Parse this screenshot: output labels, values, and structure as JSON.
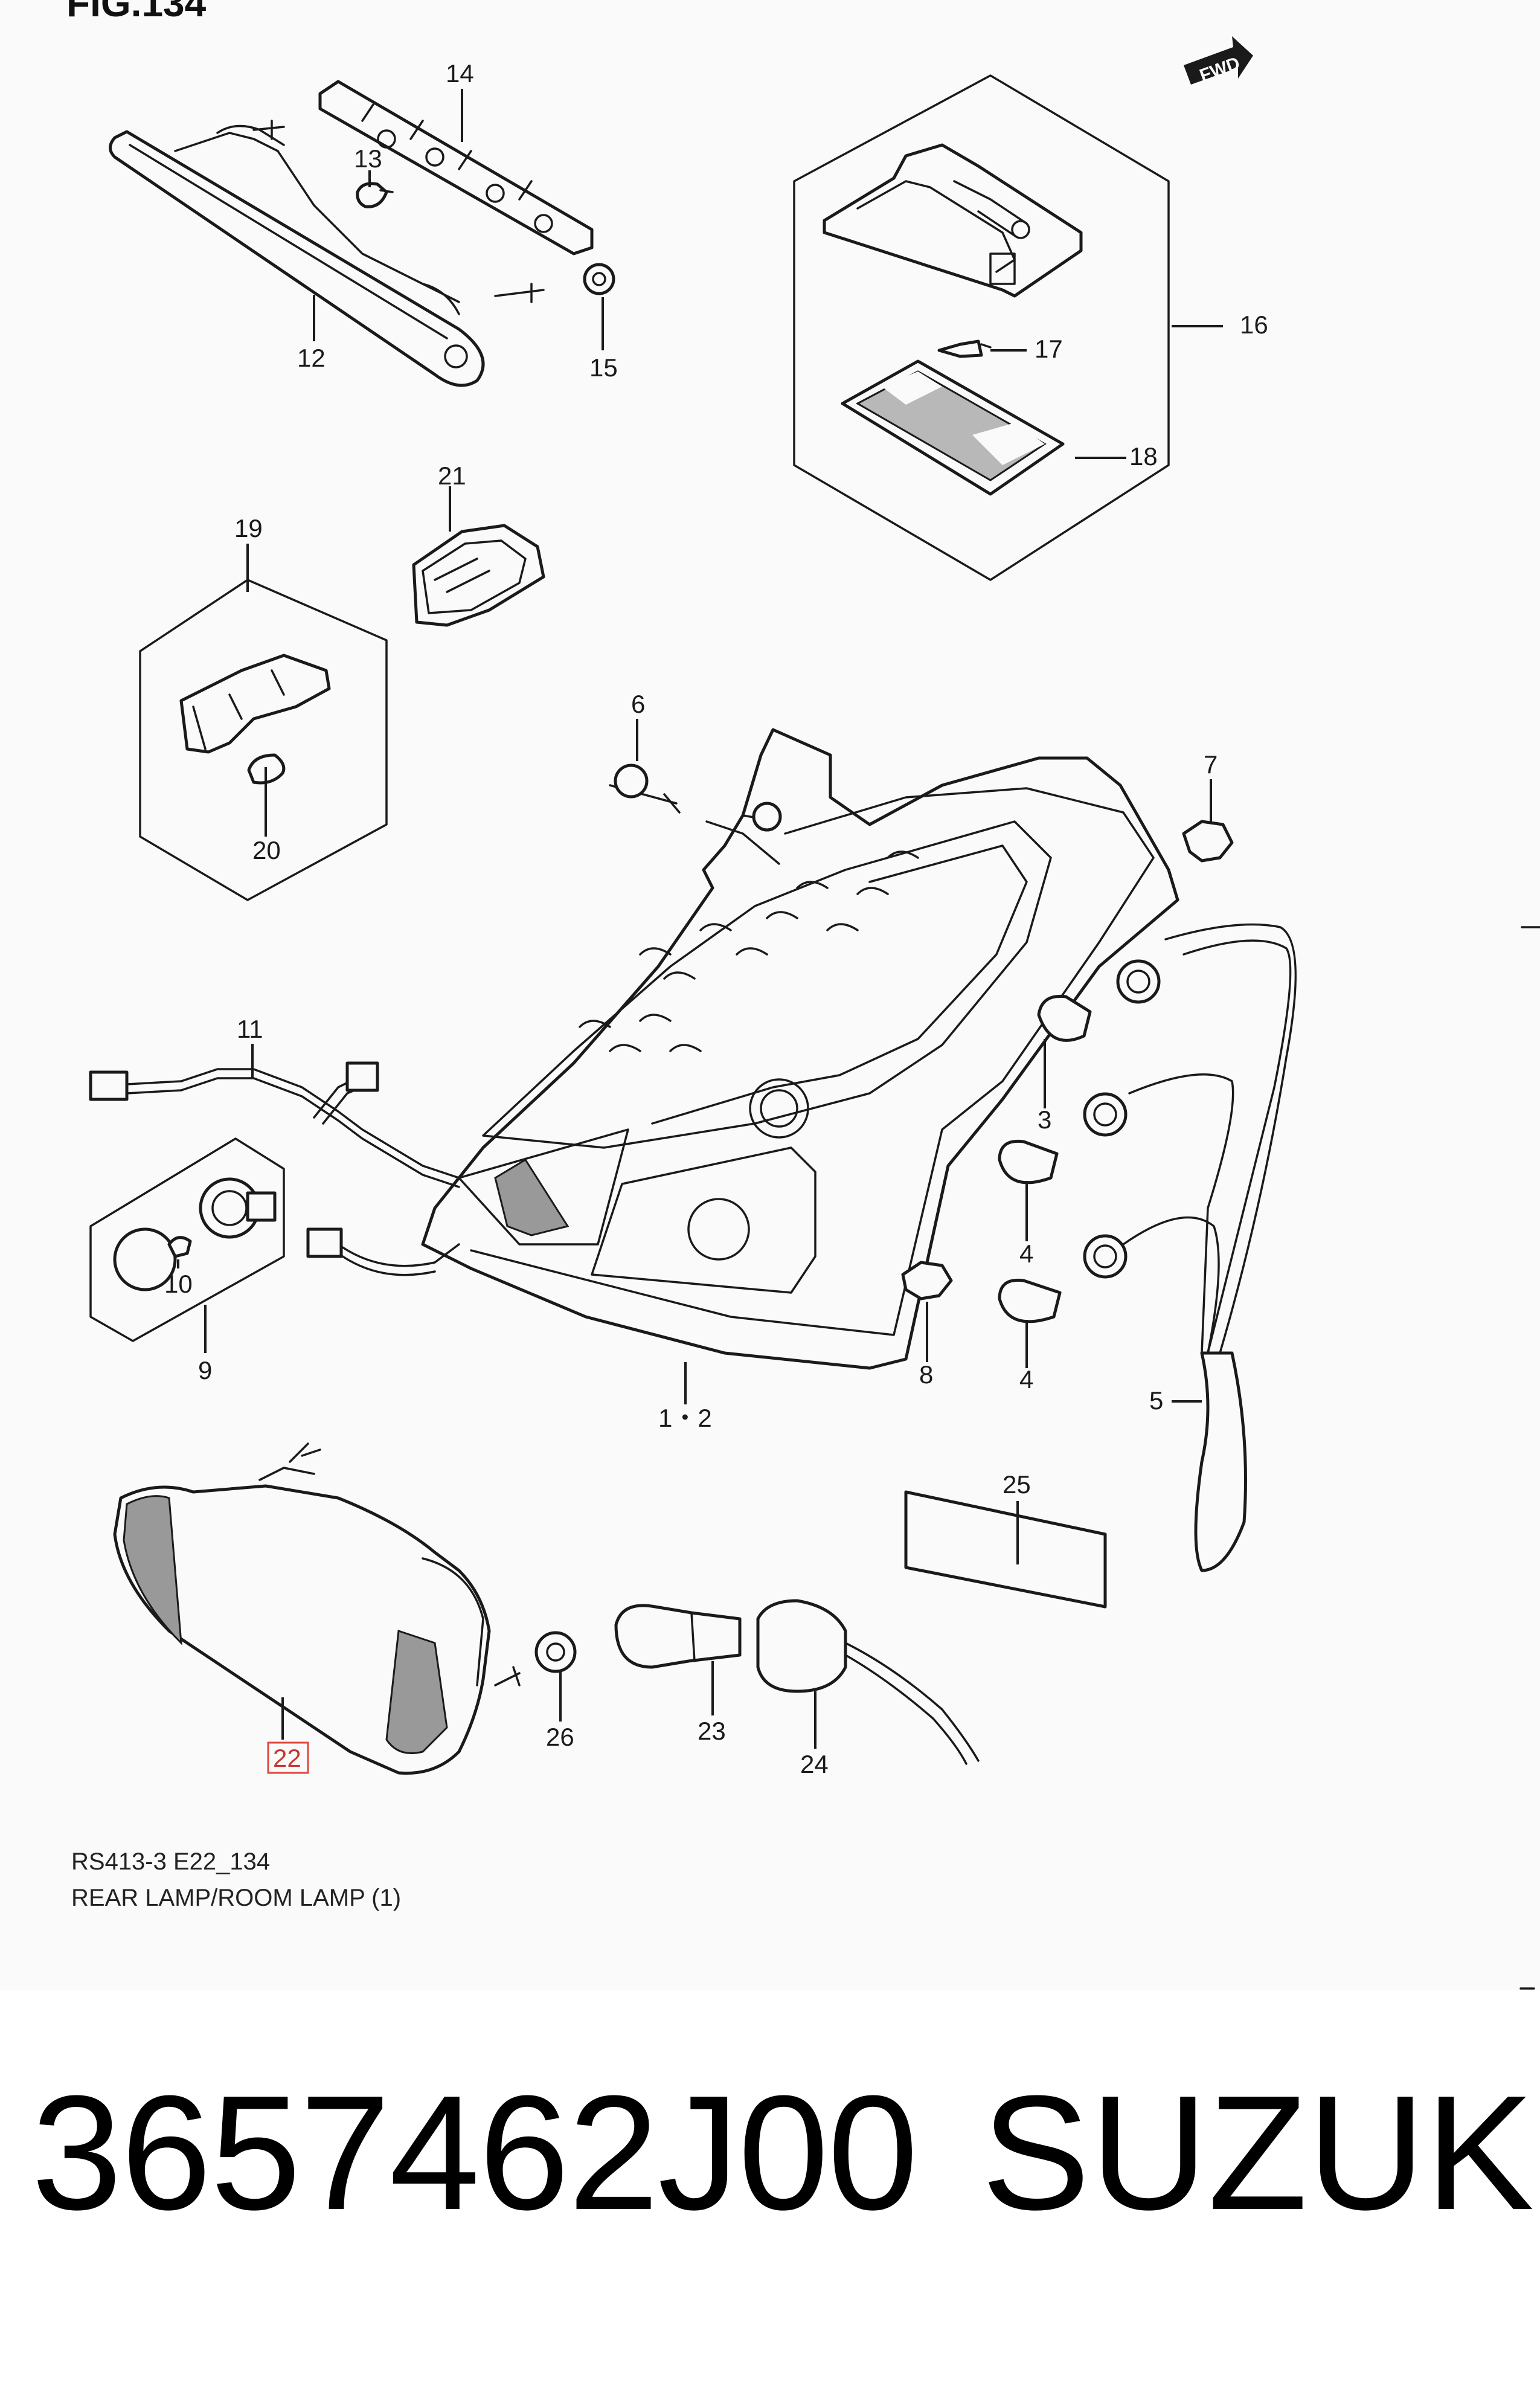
{
  "figure": {
    "header": "FIG.134"
  },
  "caption": {
    "code": "RS413-3 E22_134",
    "title": "REAR LAMP/ROOM LAMP (1)"
  },
  "fwd_label": "FWD",
  "callouts": {
    "c1_2": "1・2",
    "c3": "3",
    "c4a": "4",
    "c4b": "4",
    "c5": "5",
    "c6": "6",
    "c7": "7",
    "c8": "8",
    "c9": "9",
    "c10": "10",
    "c11": "11",
    "c12": "12",
    "c13": "13",
    "c14": "14",
    "c15": "15",
    "c16": "16",
    "c17": "17",
    "c18": "18",
    "c19": "19",
    "c20": "20",
    "c21": "21",
    "c22": "22",
    "c23": "23",
    "c24": "24",
    "c25": "25",
    "c26": "26"
  },
  "highlighted_callout": "22",
  "colors": {
    "highlight": "#e0463c",
    "line": "#1a1a1a",
    "panel": "#fafafa"
  },
  "footer": {
    "part_number": "3657462J00",
    "brand": "SUZUKI"
  }
}
